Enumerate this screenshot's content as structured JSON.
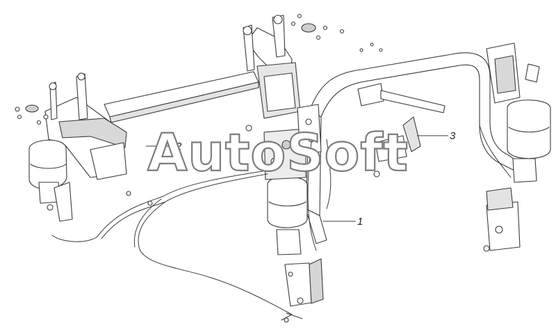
{
  "diagram": {
    "callouts": [
      {
        "id": "1",
        "label": "1"
      },
      {
        "id": "2",
        "label": "2"
      },
      {
        "id": "3",
        "label": "3"
      }
    ]
  },
  "watermark": {
    "text": "AutoSoft",
    "color": "#7d7d7d"
  },
  "colors": {
    "line": "#3a3a3a",
    "shade": "#cfcfcf",
    "background": "#ffffff"
  }
}
